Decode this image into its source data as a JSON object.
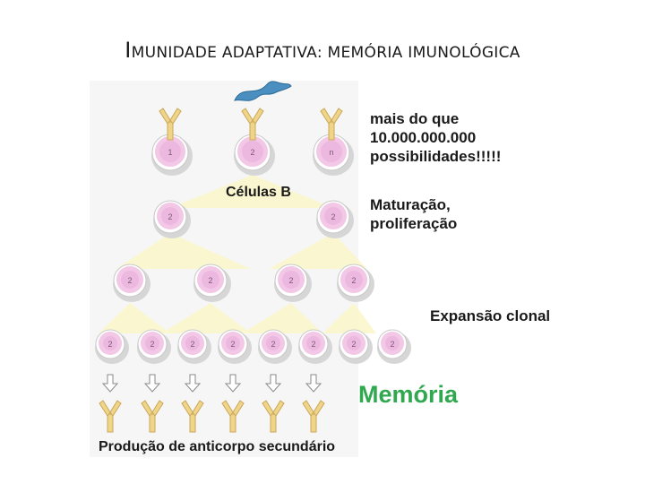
{
  "title": {
    "first": "I",
    "rest": "MUNIDADE ADAPTATIVA: MEMÓRIA IMUNOLÓGICA"
  },
  "diagram": {
    "cells_label": "Células B",
    "top_row_numbers": [
      "1",
      "2",
      "n"
    ],
    "cell_number": "2",
    "annotations": {
      "possibilities": [
        "mais do que",
        "10.000.000.000",
        "possibilidades!!!!!"
      ],
      "maturation": [
        "Maturação,",
        "proliferação"
      ],
      "expansion": "Expansão  clonal",
      "memory": "Memória",
      "production": "Produção de anticorpo secundário"
    }
  },
  "colors": {
    "antibody": "#f0d488",
    "antibody_stroke": "#c9a85a",
    "cell_pink": "#f2c8e6",
    "cell_nucleus": "#e6a8d8",
    "cell_shadow": "#d6d6d6",
    "pyramid": "#fbf7cc",
    "antigen": "#4a8fc0",
    "memory_green": "#2fa84f"
  }
}
